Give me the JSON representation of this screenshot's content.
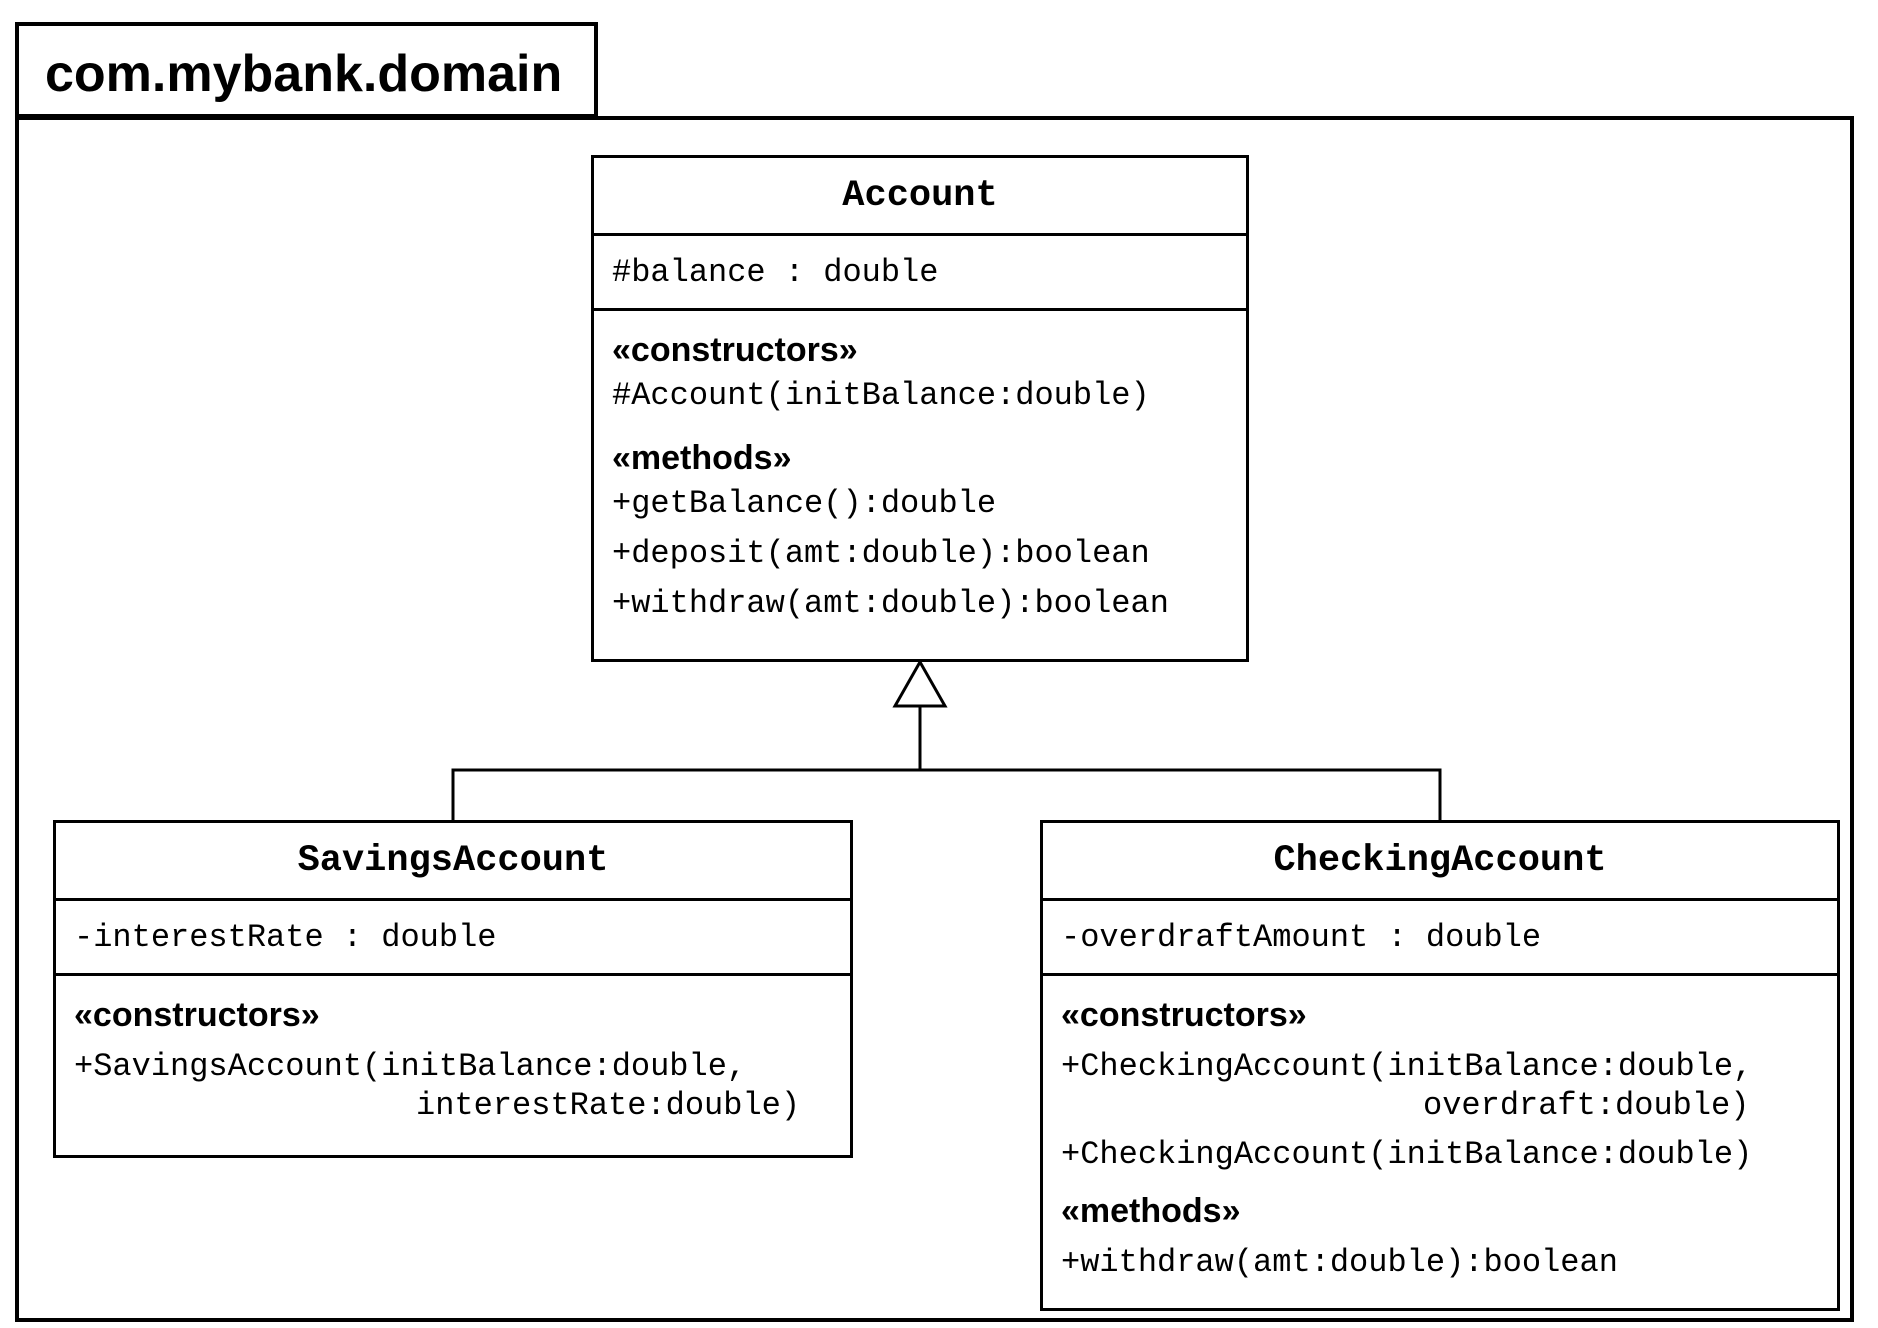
{
  "package": {
    "name": "com.mybank.domain"
  },
  "classes": {
    "account": {
      "name": "Account",
      "attributes": [
        "#balance : double"
      ],
      "constructors_label": "«constructors»",
      "constructors": [
        "#Account(initBalance:double)"
      ],
      "methods_label": "«methods»",
      "methods": [
        "+getBalance():double",
        "+deposit(amt:double):boolean",
        "+withdraw(amt:double):boolean"
      ]
    },
    "savings": {
      "name": "SavingsAccount",
      "attributes": [
        "-interestRate : double"
      ],
      "constructors_label": "«constructors»",
      "constructors": [
        {
          "line1": "+SavingsAccount(initBalance:double,",
          "line2": "interestRate:double)"
        }
      ]
    },
    "checking": {
      "name": "CheckingAccount",
      "attributes": [
        "-overdraftAmount : double"
      ],
      "constructors_label": "«constructors»",
      "constructors": [
        {
          "line1": "+CheckingAccount(initBalance:double,",
          "line2": "overdraft:double)"
        },
        {
          "line1": "+CheckingAccount(initBalance:double)"
        }
      ],
      "methods_label": "«methods»",
      "methods": [
        "+withdraw(amt:double):boolean"
      ]
    }
  },
  "relationships": [
    {
      "type": "generalization",
      "from": "SavingsAccount",
      "to": "Account"
    },
    {
      "type": "generalization",
      "from": "CheckingAccount",
      "to": "Account"
    }
  ]
}
